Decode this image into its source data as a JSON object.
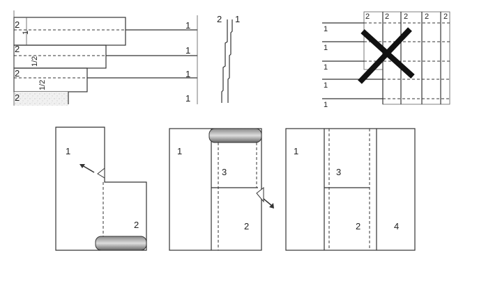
{
  "figure_a": {
    "strip_labels": [
      "2",
      "2",
      "2",
      "2"
    ],
    "wall_labels": [
      "1",
      "1",
      "1",
      "1"
    ],
    "dim_labels": [
      "1",
      "1/2",
      "1/2"
    ]
  },
  "section": {
    "label_left": "2",
    "label_right": "1"
  },
  "figure_b": {
    "strip_labels": [
      "2",
      "2",
      "2",
      "2",
      "2"
    ],
    "wall_labels": [
      "1",
      "1",
      "1",
      "1",
      "1"
    ]
  },
  "step1": {
    "label_a": "1",
    "label_b": "2"
  },
  "step2": {
    "label_a": "1",
    "label_b": "3",
    "label_c": "2"
  },
  "step3": {
    "label_a": "1",
    "label_b": "3",
    "label_c": "2",
    "label_d": "4"
  }
}
